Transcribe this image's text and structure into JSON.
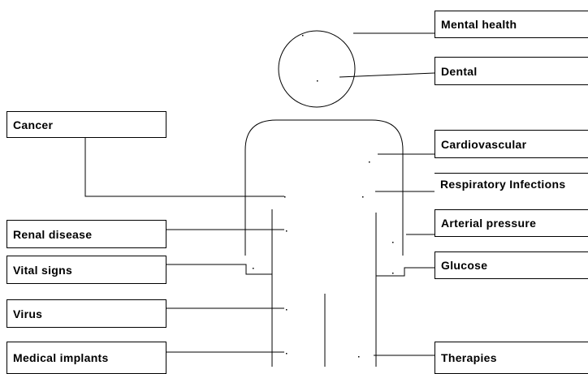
{
  "labels": {
    "mental_health": "Mental health",
    "dental": "Dental",
    "cancer": "Cancer",
    "cardiovascular": "Cardiovascular",
    "respiratory_infections": "Respiratory Infections",
    "renal_disease": "Renal disease",
    "arterial_pressure": "Arterial pressure",
    "vital_signs": "Vital signs",
    "glucose": "Glucose",
    "virus": "Virus",
    "medical_implants": "Medical implants",
    "therapies": "Therapies"
  }
}
